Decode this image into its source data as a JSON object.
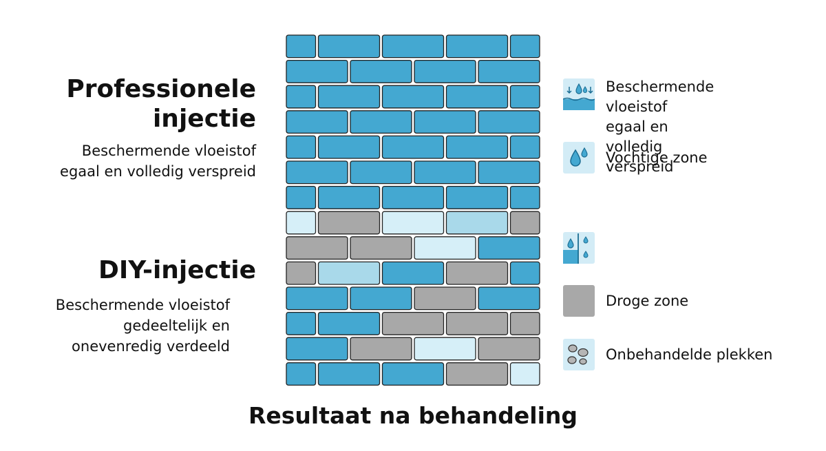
{
  "professional": {
    "heading": "Professionele\ninjectie",
    "description": "Beschermende vloeistof\negaal en volledig verspreid"
  },
  "diy": {
    "heading": "DIY-injectie",
    "description": "Beschermende vloeistof\ngedeeltelijk en\nonevenredig verdeeld"
  },
  "legend": {
    "items": [
      {
        "icon": "liquid-spread-icon",
        "label": "Beschermende vloeistof\negaal en volledig verspreid"
      },
      {
        "icon": "water-drops-icon",
        "label": "Vochtige zone"
      },
      {
        "icon": "partial-liquid-icon",
        "label": ""
      },
      {
        "icon": "grey-square-icon",
        "label": "Droge zone"
      },
      {
        "icon": "stones-icon",
        "label": "Onbehandelde plekken"
      }
    ]
  },
  "footer": {
    "title": "Resultaat na behandeling"
  },
  "colors": {
    "treated": "#44a8d1",
    "light_treated": "#a9d9ea",
    "very_light": "#d6eff8",
    "dry": "#a8a8a8",
    "outline": "#222222"
  },
  "wall": {
    "rows": [
      [
        "T",
        "T",
        "T",
        "T",
        "T"
      ],
      [
        "T",
        "T",
        "T",
        "T"
      ],
      [
        "T",
        "T",
        "T",
        "T",
        "T"
      ],
      [
        "T",
        "T",
        "T",
        "T"
      ],
      [
        "T",
        "T",
        "T",
        "T",
        "T"
      ],
      [
        "T",
        "T",
        "T",
        "T"
      ],
      [
        "T",
        "T",
        "T",
        "T",
        "T"
      ],
      [
        "V",
        "D",
        "V",
        "L",
        "D"
      ],
      [
        "D",
        "D",
        "V",
        "T"
      ],
      [
        "D",
        "L",
        "T",
        "D",
        "T"
      ],
      [
        "T",
        "T",
        "D",
        "T"
      ],
      [
        "T",
        "T",
        "D",
        "D",
        "D"
      ],
      [
        "T",
        "D",
        "V",
        "D"
      ],
      [
        "T",
        "T",
        "T",
        "D",
        "V"
      ]
    ]
  }
}
